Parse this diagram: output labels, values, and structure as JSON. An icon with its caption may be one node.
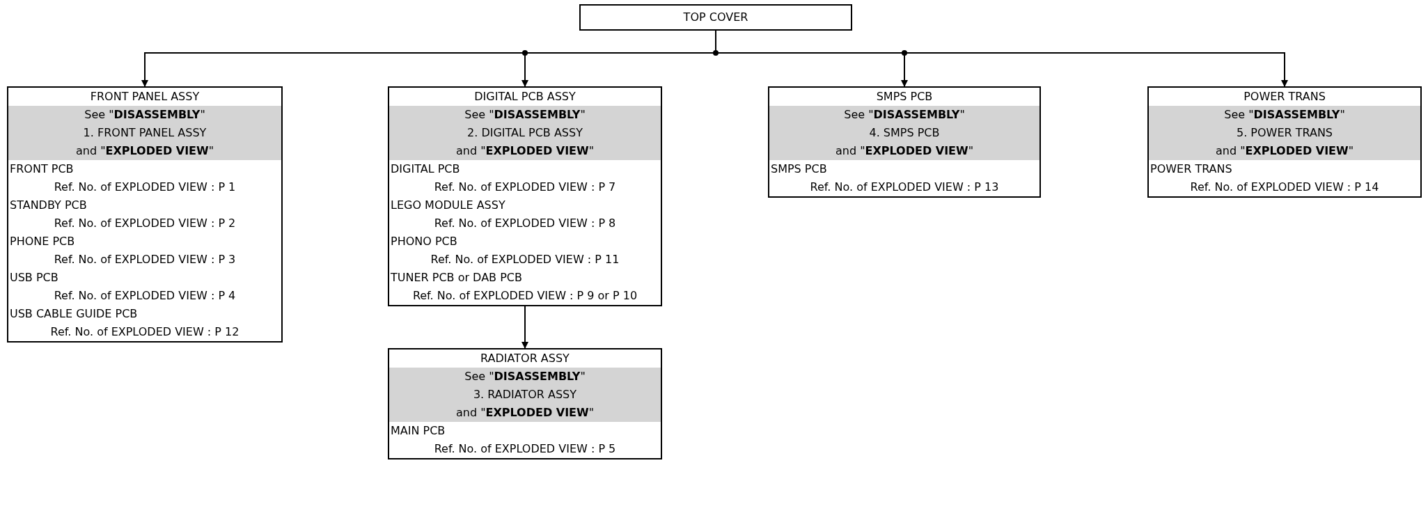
{
  "diagram": {
    "nodes": [
      {
        "text": [
          "TOP COVER"
        ]
      },
      {
        "text": [
          "FRONT PANEL ASSY",
          "See \"**DISASSEMBLY**\"",
          "1. FRONT PANEL ASSY",
          "and \"**EXPLODED VIEW**\"",
          "FRONT PCB",
          "Ref. No. of EXPLODED VIEW : P 1",
          "STANDBY PCB",
          "Ref. No. of EXPLODED VIEW : P 2",
          "PHONE PCB",
          "Ref. No. of EXPLODED VIEW : P 3",
          "USB PCB",
          "Ref. No. of EXPLODED VIEW : P 4",
          "USB CABLE GUIDE PCB",
          "Ref. No. of EXPLODED VIEW : P 12"
        ]
      },
      {
        "text": [
          "DIGITAL PCB ASSY",
          "See \"**DISASSEMBLY**\"",
          "2. DIGITAL PCB ASSY",
          "and \"**EXPLODED VIEW**\"",
          "DIGITAL PCB",
          "Ref. No. of EXPLODED VIEW : P 7",
          "LEGO MODULE ASSY",
          "Ref. No. of EXPLODED VIEW : P 8",
          "PHONO PCB",
          "Ref. No. of EXPLODED VIEW : P 11",
          "TUNER PCB or DAB PCB",
          "Ref. No. of EXPLODED VIEW : P 9 or P 10"
        ]
      },
      {
        "text": [
          "SMPS PCB",
          "See \"**DISASSEMBLY**\"",
          "4. SMPS PCB",
          "and \"**EXPLODED VIEW**\"",
          "SMPS PCB",
          "Ref. No. of EXPLODED VIEW : P 13"
        ]
      },
      {
        "text": [
          "POWER TRANS",
          "See \"**DISASSEMBLY**\"",
          "5. POWER TRANS",
          "and \"**EXPLODED VIEW**\"",
          "POWER TRANS",
          "Ref. No. of EXPLODED VIEW : P 14"
        ]
      },
      {
        "text": [
          "RADIATOR ASSY",
          "See \"**DISASSEMBLY**\"",
          "3. RADIATOR ASSY",
          "and \"**EXPLODED VIEW**\"",
          "MAIN PCB",
          "Ref. No. of EXPLODED VIEW : P 5"
        ]
      }
    ],
    "edges": [
      {
        "from": 0,
        "to": 1,
        "arrow": "to"
      },
      {
        "from": 0,
        "to": 2,
        "arrow": "to"
      },
      {
        "from": 0,
        "to": 3,
        "arrow": "to"
      },
      {
        "from": 0,
        "to": 4,
        "arrow": "to"
      },
      {
        "from": 2,
        "to": 5,
        "arrow": "to"
      }
    ]
  }
}
